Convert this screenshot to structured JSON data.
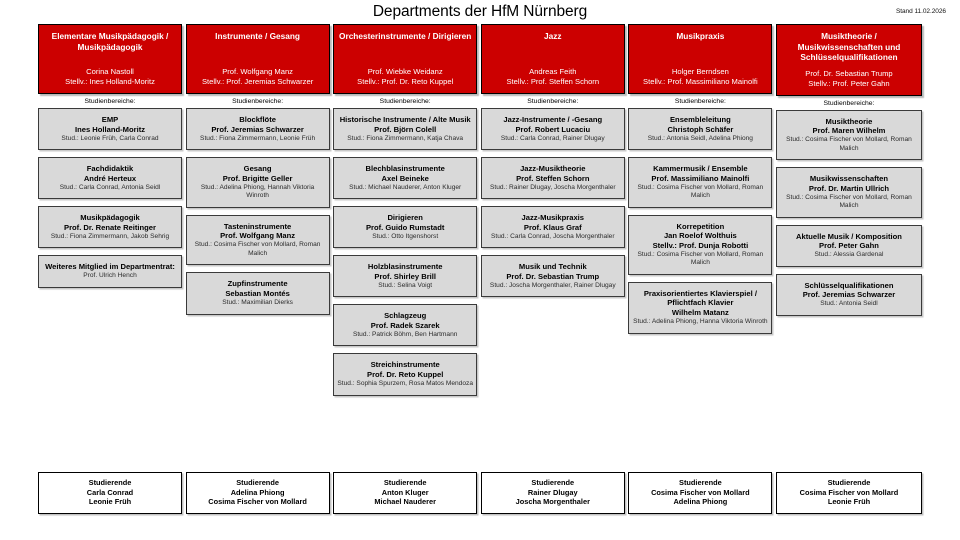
{
  "header": {
    "title": "Departments der HfM Nürnberg",
    "date_stamp": "Stand 11.02.2026"
  },
  "labels": {
    "areas_caption": "Studienbereiche:",
    "students_label": "Studierende"
  },
  "colors": {
    "department_red": "#CC0000",
    "area_grey": "#D9D9D9",
    "text_white": "#FFFFFF",
    "border_black": "#000000"
  },
  "columns": [
    {
      "department": {
        "name": "Elementare Musikpädagogik / Musikpädagogik",
        "lead": "Corina Nastoll",
        "deputy": "Stellv.: Ines Holland-Moritz"
      },
      "areas": [
        {
          "title": "EMP",
          "head": "Ines Holland-Moritz",
          "students": "Stud.: Leonie Früh, Carla Conrad"
        },
        {
          "title": "Fachdidaktik",
          "head": "André Herteux",
          "students": "Stud.: Carla Conrad, Antonia Seidl"
        },
        {
          "title": "Musikpädagogik",
          "head": "Prof. Dr. Renate Reitinger",
          "students": "Stud.: Fiona Zimmermann, Jakob Sehrig"
        },
        {
          "title": "Weiteres Mitglied im Departmentrat:",
          "head": "",
          "students": "Prof. Ulrich Hench"
        }
      ],
      "students_box": {
        "label": "Studierende",
        "names": [
          "Carla Conrad",
          "Leonie Früh"
        ]
      }
    },
    {
      "department": {
        "name": "Instrumente / Gesang",
        "lead": "Prof. Wolfgang Manz",
        "deputy": "Stellv.: Prof. Jeremias Schwarzer"
      },
      "areas": [
        {
          "title": "Blockflöte",
          "head": "Prof. Jeremias Schwarzer",
          "students": "Stud.: Fiona Zimmermann, Leonie Früh"
        },
        {
          "title": "Gesang",
          "head": "Prof. Brigitte Geller",
          "students": "Stud.: Adelina Phiong, Hannah Viktoria Winroth"
        },
        {
          "title": "Tasteninstrumente",
          "head": "Prof. Wolfgang Manz",
          "students": "Stud.: Cosima Fischer von Mollard, Roman Malich"
        },
        {
          "title": "Zupfinstrumente",
          "head": "Sebastian Montés",
          "students": "Stud.: Maximilian Dierks"
        }
      ],
      "students_box": {
        "label": "Studierende",
        "names": [
          "Adelina Phiong",
          "Cosima Fischer von Mollard"
        ]
      }
    },
    {
      "department": {
        "name": "Orchesterinstrumente / Dirigieren",
        "lead": "Prof. Wiebke Weidanz",
        "deputy": "Stellv.: Prof. Dr. Reto Kuppel"
      },
      "areas": [
        {
          "title": "Historische Instrumente / Alte Musik",
          "head": "Prof. Björn Colell",
          "students": "Stud.: Fiona Zimmermann, Katja Chava"
        },
        {
          "title": "Blechblasinstrumente",
          "head": "Axel Beineke",
          "students": "Stud.: Michael Nauderer, Anton Kluger"
        },
        {
          "title": "Dirigieren",
          "head": "Prof. Guido Rumstadt",
          "students": "Stud.: Otto Itgenshorst"
        },
        {
          "title": "Holzblasinstrumente",
          "head": "Prof. Shirley Brill",
          "students": "Stud.: Selina Voigt"
        },
        {
          "title": "Schlagzeug",
          "head": "Prof. Radek Szarek",
          "students": "Stud.: Patrick Böhm, Ben Hartmann"
        },
        {
          "title": "Streichinstrumente",
          "head": "Prof. Dr. Reto Kuppel",
          "students": "Stud.: Sophia Spurzem, Rosa Matos Mendoza"
        }
      ],
      "students_box": {
        "label": "Studierende",
        "names": [
          "Anton Kluger",
          "Michael Nauderer"
        ]
      }
    },
    {
      "department": {
        "name": "Jazz",
        "lead": "Andreas Feith",
        "deputy": "Stellv.: Prof. Steffen Schorn"
      },
      "areas": [
        {
          "title": "Jazz-Instrumente / -Gesang",
          "head": "Prof. Robert Lucaciu",
          "students": "Stud.: Carla Conrad, Rainer Dlugay"
        },
        {
          "title": "Jazz-Musiktheorie",
          "head": "Prof. Steffen Schorn",
          "students": "Stud.: Rainer Dlugay, Joscha Morgenthaler"
        },
        {
          "title": "Jazz-Musikpraxis",
          "head": "Prof. Klaus Graf",
          "students": "Stud.: Carla Conrad, Joscha Morgenthaler"
        },
        {
          "title": "Musik und Technik",
          "head": "Prof. Dr. Sebastian Trump",
          "students": "Stud.: Joscha Morgenthaler, Rainer Dlugay"
        }
      ],
      "students_box": {
        "label": "Studierende",
        "names": [
          "Rainer Dlugay",
          "Joscha Morgenthaler"
        ]
      }
    },
    {
      "department": {
        "name": "Musikpraxis",
        "lead": "Holger Berndsen",
        "deputy": "Stellv.: Prof. Massimiliano Mainolfi"
      },
      "areas": [
        {
          "title": "Ensembleleitung",
          "head": "Christoph Schäfer",
          "students": "Stud.: Antonia Seidl, Adelina Phiong"
        },
        {
          "title": "Kammermusik / Ensemble",
          "head": "Prof. Massimiliano Mainolfi",
          "students": "Stud.: Cosima Fischer von Mollard, Roman Malich"
        },
        {
          "title": "Korrepetition",
          "head": "Jan Roelof Wolthuis\nStellv.: Prof. Dunja Robotti",
          "students": "Stud.: Cosima Fischer von Mollard, Roman Malich"
        },
        {
          "title": "Praxisorientiertes Klavierspiel / Pflichtfach Klavier",
          "head": "Wilhelm Matanz",
          "students": "Stud.: Adelina Phiong, Hanna Viktoria Winroth"
        }
      ],
      "students_box": {
        "label": "Studierende",
        "names": [
          "Cosima Fischer von Mollard",
          "Adelina Phiong"
        ]
      }
    },
    {
      "department": {
        "name": "Musiktheorie / Musikwissenschaften und Schlüsselqualifikationen",
        "lead": "Prof. Dr. Sebastian Trump",
        "deputy": "Stellv.: Prof. Peter Gahn"
      },
      "areas": [
        {
          "title": "Musiktheorie",
          "head": "Prof. Maren Wilhelm",
          "students": "Stud.: Cosima Fischer von Mollard, Roman Malich"
        },
        {
          "title": "Musikwissenschaften",
          "head": "Prof. Dr. Martin Ullrich",
          "students": "Stud.: Cosima Fischer von Mollard, Roman Malich"
        },
        {
          "title": "Aktuelle Musik / Komposition",
          "head": "Prof. Peter Gahn",
          "students": "Stud.: Alessia Gardenal"
        },
        {
          "title": "Schlüsselqualifikationen",
          "head": "Prof. Jeremias Schwarzer",
          "students": "Stud.: Antonia Seidl"
        }
      ],
      "students_box": {
        "label": "Studierende",
        "names": [
          "Cosima Fischer von Mollard",
          "Leonie Früh"
        ]
      }
    }
  ]
}
